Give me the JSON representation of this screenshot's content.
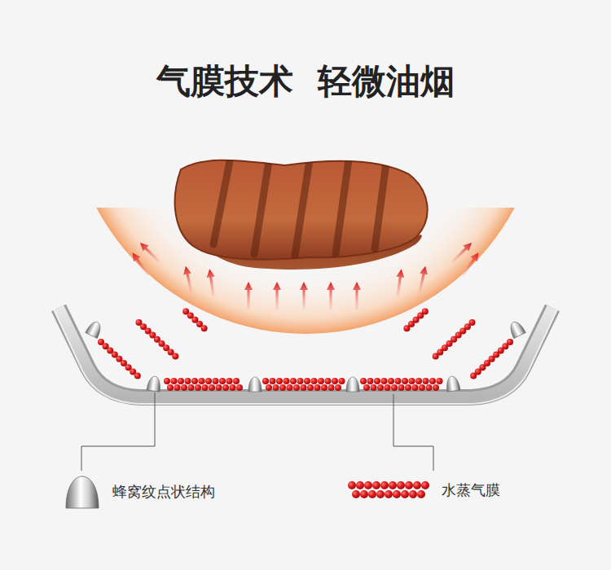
{
  "diagram": {
    "title": "气膜技术 轻微油烟",
    "legend": [
      {
        "text": "蜂窝纹点状结构"
      },
      {
        "text": "水蒸气膜"
      }
    ]
  }
}
